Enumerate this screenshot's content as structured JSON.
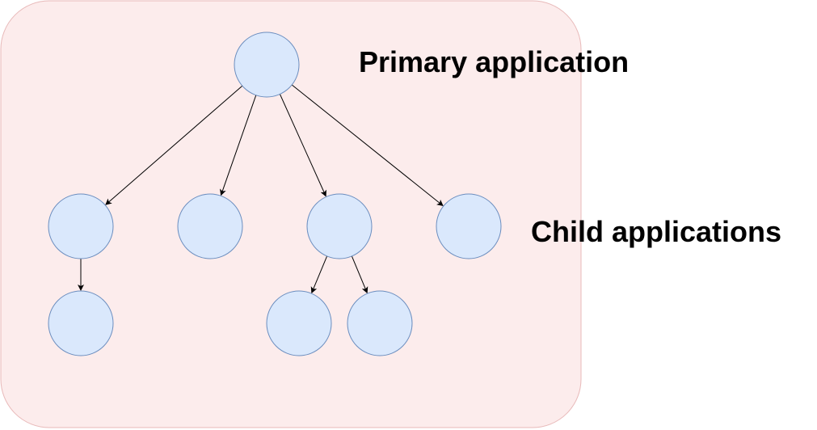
{
  "labels": {
    "primary": "Primary application",
    "child": "Child applications"
  },
  "colors": {
    "container_fill": "#fcecec",
    "container_stroke": "#e8b9b9",
    "node_fill": "#dae8fc",
    "node_stroke": "#6c8ebf",
    "edge": "#000000"
  },
  "nodes": [
    {
      "id": "primary",
      "level": 0
    },
    {
      "id": "child-1",
      "level": 1
    },
    {
      "id": "child-2",
      "level": 1
    },
    {
      "id": "child-3",
      "level": 1
    },
    {
      "id": "child-4",
      "level": 1
    },
    {
      "id": "grandchild-1",
      "level": 2
    },
    {
      "id": "grandchild-2",
      "level": 2
    },
    {
      "id": "grandchild-3",
      "level": 2
    }
  ],
  "edges": [
    {
      "from": "primary",
      "to": "child-1"
    },
    {
      "from": "primary",
      "to": "child-2"
    },
    {
      "from": "primary",
      "to": "child-3"
    },
    {
      "from": "primary",
      "to": "child-4"
    },
    {
      "from": "child-1",
      "to": "grandchild-1"
    },
    {
      "from": "child-3",
      "to": "grandchild-2"
    },
    {
      "from": "child-3",
      "to": "grandchild-3"
    }
  ]
}
